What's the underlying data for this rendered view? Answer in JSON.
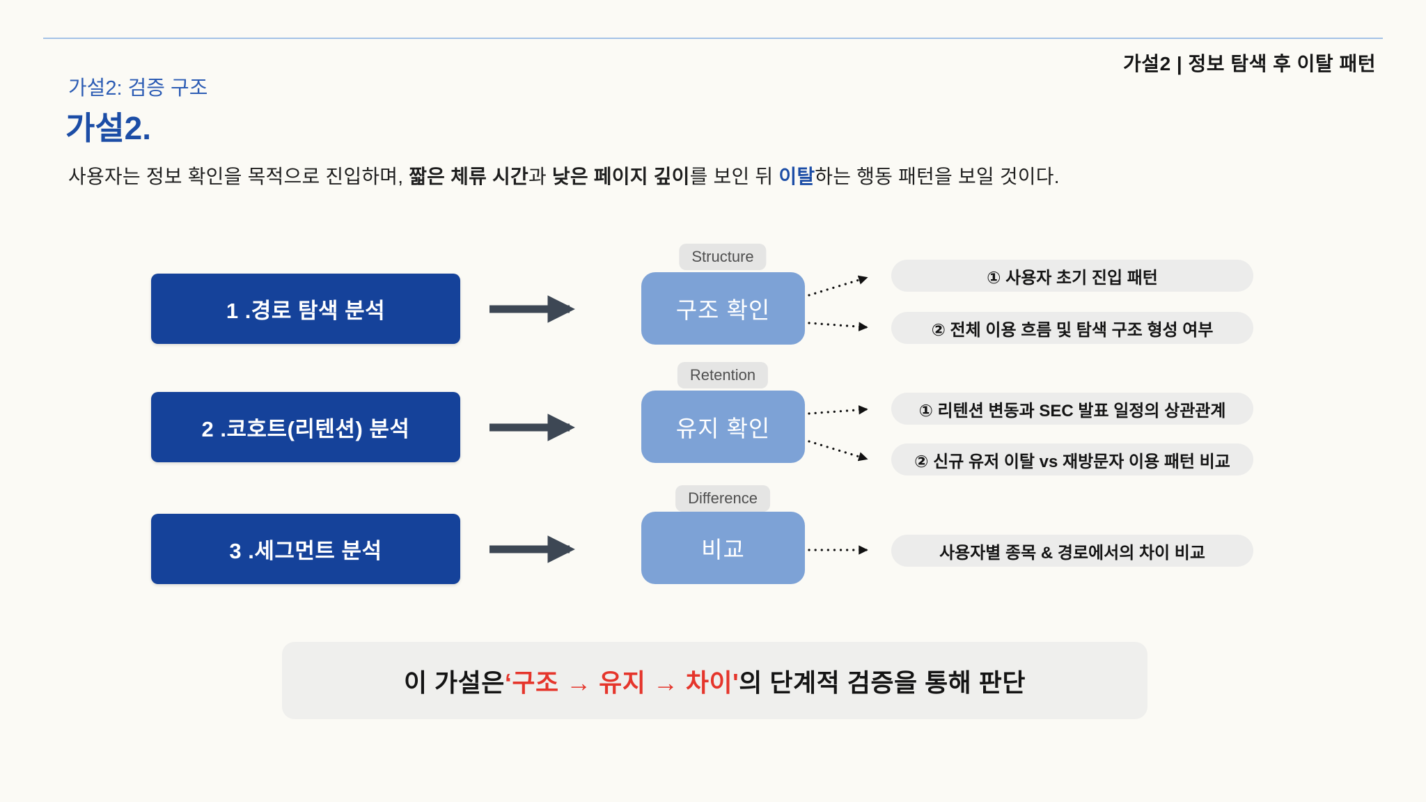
{
  "page": {
    "header_right": "가설2 | 정보 탐색 후 이탈 패턴",
    "kicker": "가설2: 검증 구조",
    "title": "가설2.",
    "body": {
      "part1": "사용자는 정보 확인을 목적으로 진입하며, ",
      "bold1": "짧은 체류 시간",
      "part2": "과 ",
      "bold2": "낮은 페이지 깊이",
      "part3": "를 보인 뒤 ",
      "highlight": "이탈",
      "part4": "하는 행동 패턴을 보일 것이다."
    }
  },
  "diagram": {
    "rows": [
      {
        "step_label": "1 .경로 탐색 분석",
        "tag": "Structure",
        "check_label": "구조 확인",
        "outcomes": [
          "① 사용자 초기 진입 패턴",
          "② 전체 이용 흐름 및 탐색 구조 형성 여부"
        ]
      },
      {
        "step_label": "2 .코호트(리텐션) 분석",
        "tag": "Retention",
        "check_label": "유지 확인",
        "outcomes": [
          "① 리텐션 변동과 SEC 발표 일정의 상관관계",
          "② 신규 유저 이탈 vs 재방문자 이용 패턴 비교"
        ]
      },
      {
        "step_label": "3 .세그먼트 분석",
        "tag": "Difference",
        "check_label": "비교",
        "outcomes": [
          "사용자별 종목 & 경로에서의 차이 비교"
        ]
      }
    ]
  },
  "footer": {
    "part1": "이 가설은 ",
    "highlight": "‘구조 → 유지 → 차이'",
    "part2": "의 단계적 검증을 통해 판단"
  },
  "colors": {
    "background": "#FBFAF5",
    "divider_blue": "#A3C2E6",
    "accent_blue": "#1C4DA6",
    "step_box_blue": "#15429A",
    "check_box_blue": "#7DA2D6",
    "pill_gray": "#ECECEB",
    "arrow_dark": "#3D4754",
    "highlight_red": "#E5352B"
  }
}
